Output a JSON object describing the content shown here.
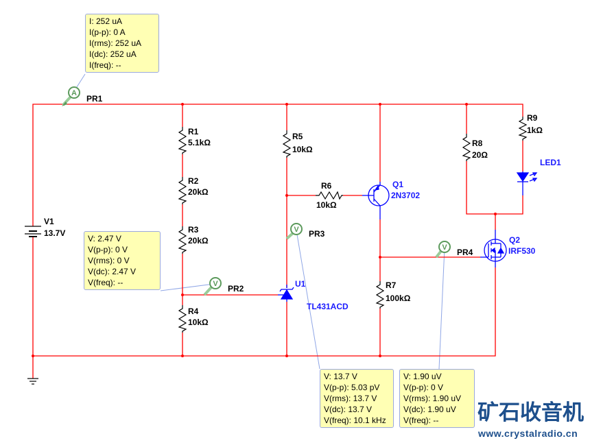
{
  "components": {
    "v1": {
      "name": "V1",
      "value": "13.7V"
    },
    "r1": {
      "name": "R1",
      "value": "5.1kΩ"
    },
    "r2": {
      "name": "R2",
      "value": "20kΩ"
    },
    "r3": {
      "name": "R3",
      "value": "20kΩ"
    },
    "r4": {
      "name": "R4",
      "value": "10kΩ"
    },
    "r5": {
      "name": "R5",
      "value": "10kΩ"
    },
    "r6": {
      "name": "R6",
      "value": "10kΩ"
    },
    "r7": {
      "name": "R7",
      "value": "100kΩ"
    },
    "r8": {
      "name": "R8",
      "value": "20Ω"
    },
    "r9": {
      "name": "R9",
      "value": "1kΩ"
    },
    "q1": {
      "name": "Q1",
      "value": "2N3702"
    },
    "q2": {
      "name": "Q2",
      "value": "IRF530"
    },
    "u1": {
      "name": "U1",
      "value": "TL431ACD"
    },
    "led1": {
      "name": "LED1"
    }
  },
  "probes": {
    "pr1": {
      "name": "PR1",
      "icon": "A",
      "lines": [
        "I: 252 uA",
        "I(p-p): 0 A",
        "I(rms): 252 uA",
        "I(dc): 252 uA",
        "I(freq): --"
      ]
    },
    "pr2": {
      "name": "PR2",
      "icon": "V",
      "lines": [
        "V: 2.47 V",
        "V(p-p): 0 V",
        "V(rms): 0 V",
        "V(dc): 2.47 V",
        "V(freq): --"
      ]
    },
    "pr3": {
      "name": "PR3",
      "icon": "V",
      "lines": [
        "V: 13.7 V",
        "V(p-p): 5.03 pV",
        "V(rms): 13.7 V",
        "V(dc): 13.7 V",
        "V(freq): 10.1 kHz"
      ]
    },
    "pr4": {
      "name": "PR4",
      "icon": "V",
      "lines": [
        "V: 1.90 uV",
        "V(p-p): 0 V",
        "V(rms): 1.90 uV",
        "V(dc): 1.90 uV",
        "V(freq): --"
      ]
    }
  },
  "watermark": {
    "title": "矿石收音机",
    "url": "www.crystalradio.cn"
  },
  "colors": {
    "wire": "#ff0000",
    "component": "#0000ff",
    "probe_box": "#ffffb4",
    "watermark": "#1d4f8c"
  }
}
